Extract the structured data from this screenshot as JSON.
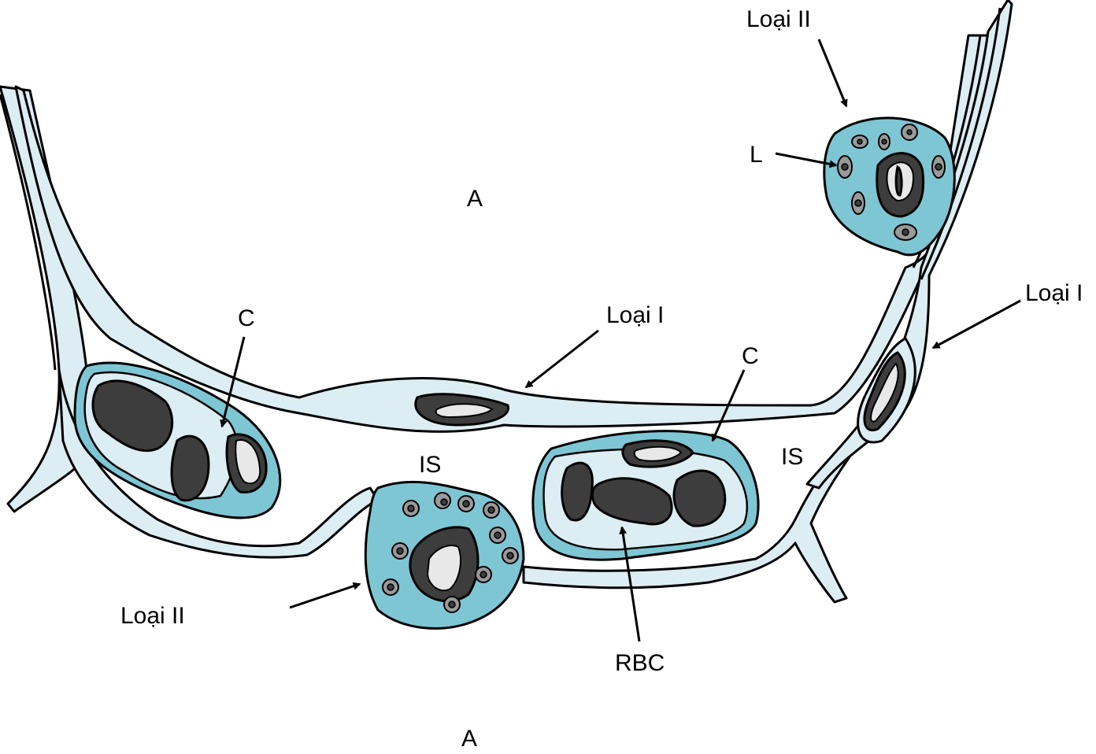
{
  "labels": {
    "alveolus_top": "A",
    "alveolus_bottom": "A",
    "type2_top": "Loại II",
    "type2_bottom": "Loại II",
    "type1_middle": "Loại I",
    "type1_right": "Loại I",
    "lamellar_body": "L",
    "capillary_left": "C",
    "capillary_right": "C",
    "interstitium_left": "IS",
    "interstitium_right": "IS",
    "red_blood_cell": "RBC"
  },
  "colors": {
    "wall": "#dcedf3",
    "type2_cytoplasm": "#7ec6d4",
    "nucleus": "#3d3d3d",
    "lamellar_body": "#9a9a9a"
  }
}
